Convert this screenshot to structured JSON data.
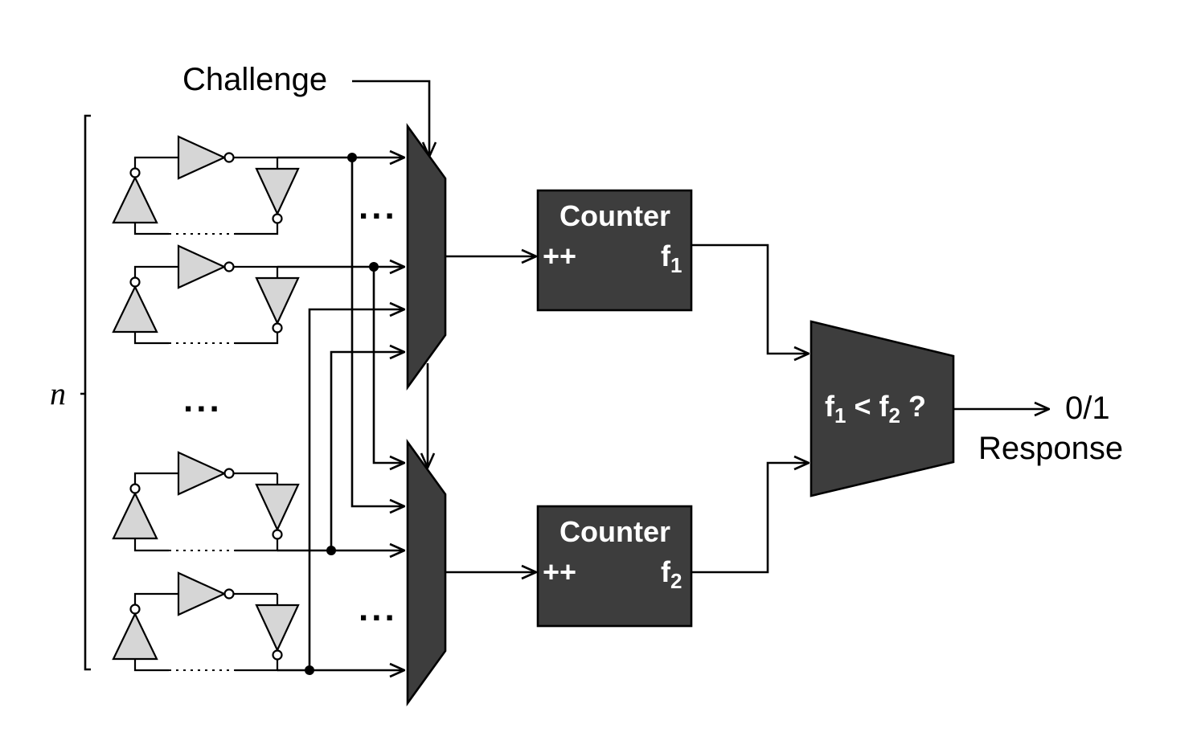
{
  "labels": {
    "challenge": "Challenge",
    "n": "n",
    "ellipsis": "...",
    "response_value": "0/1",
    "response": "Response"
  },
  "counters": [
    {
      "title": "Counter",
      "increment": "++",
      "freq_base": "f",
      "freq_sub": "1"
    },
    {
      "title": "Counter",
      "increment": "++",
      "freq_base": "f",
      "freq_sub": "2"
    }
  ],
  "comparator": {
    "f1": "f",
    "s1": "1",
    "op": " < ",
    "f2": "f",
    "s2": "2",
    "q": " ?"
  },
  "ring_oscillators": [
    {
      "id": "ro-1"
    },
    {
      "id": "ro-2"
    },
    {
      "id": "ro-n-1"
    },
    {
      "id": "ro-n"
    }
  ],
  "colors": {
    "block_fill": "#3d3d3d",
    "buffer_fill": "#d6d6d6",
    "line": "#000000",
    "block_text": "#ffffff"
  }
}
